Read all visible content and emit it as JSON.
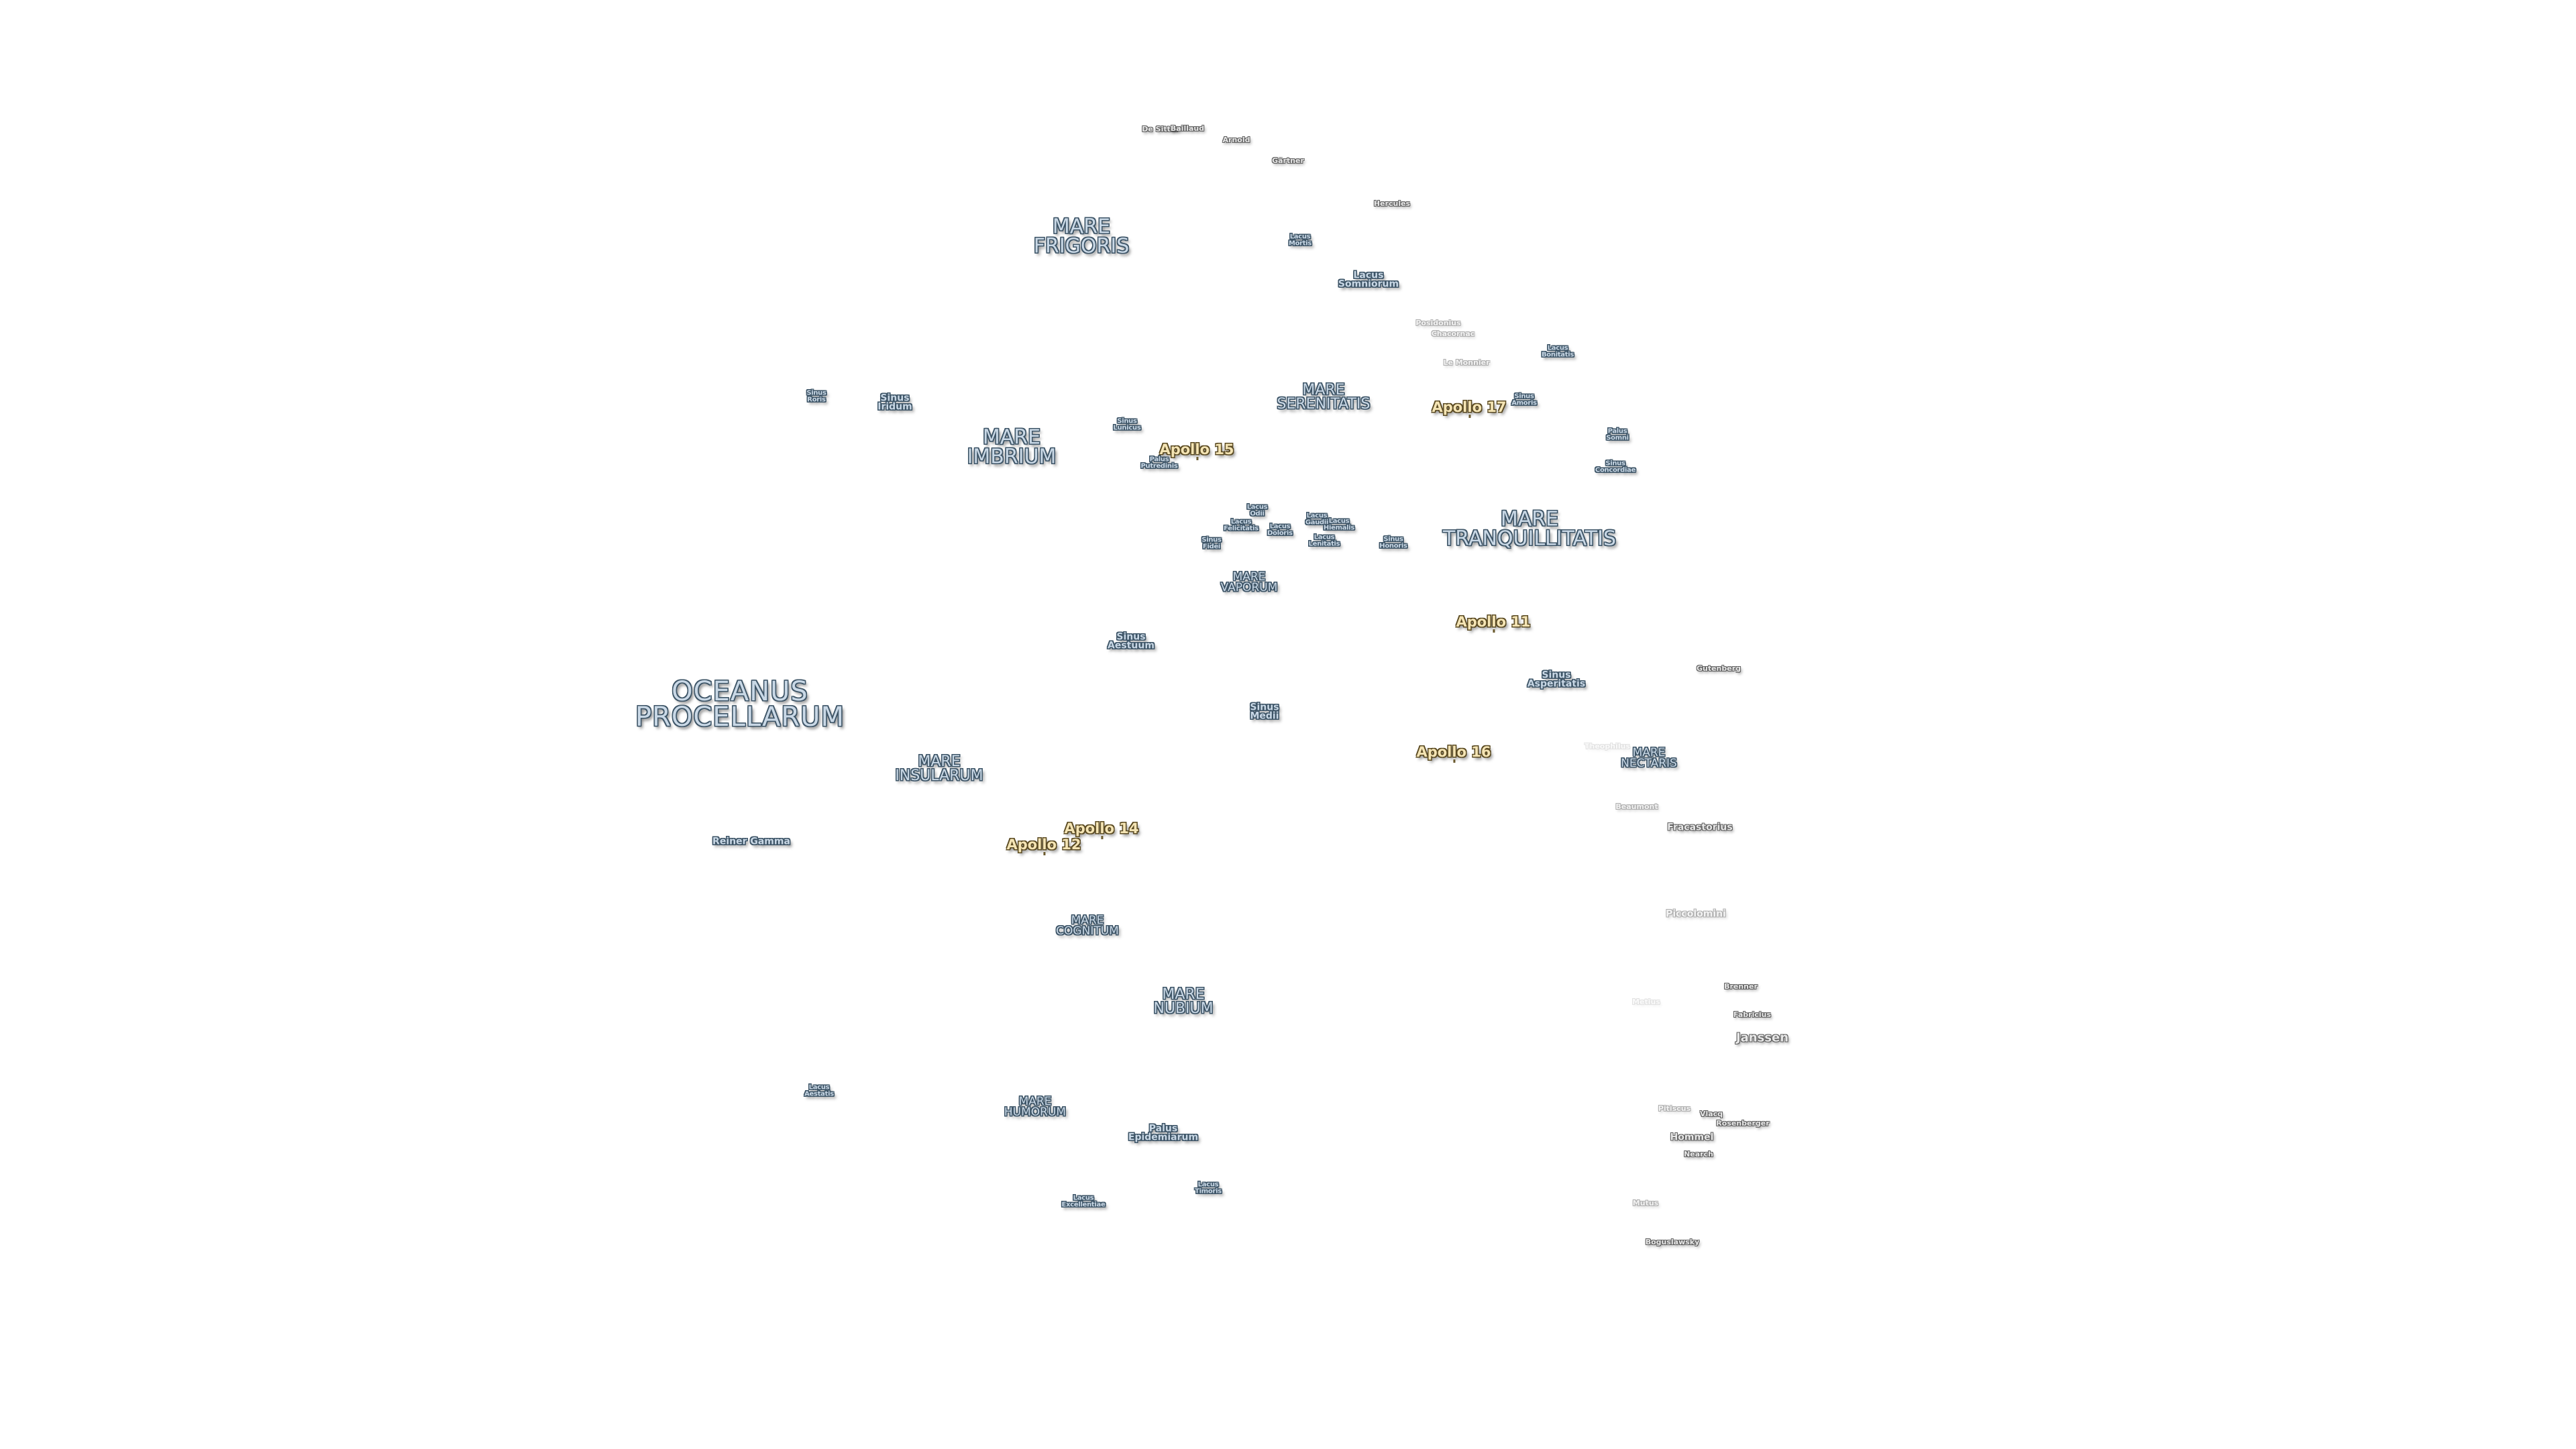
{
  "labels": {
    "oceanus_procellarum": "OCEANUS\nPROCELLARUM",
    "mare_frigoris": "MARE\nFRIGORIS",
    "mare_imbrium": "MARE\nIMBRIUM",
    "mare_serenitatis": "MARE\nSERENITATIS",
    "mare_tranquillitatis": "MARE\nTRANQUILLITATIS",
    "mare_vaporum": "MARE\nVAPORUM",
    "mare_insularum": "MARE\nINSULARUM",
    "mare_nectaris": "MARE\nNECTARIS",
    "mare_cognitum": "MARE\nCOGNITUM",
    "mare_nubium": "MARE\nNUBIUM",
    "mare_humorum": "MARE\nHUMORUM",
    "lacus_somniorum": "Lacus\nSomniorum",
    "lacus_mortis": "Lacus\nMortis",
    "lacus_bonitatis": "Lacus\nBonitatis",
    "lacus_odii": "Lacus\nOdii",
    "lacus_felicitatis": "Lacus\nFelicitatis",
    "lacus_doloris": "Lacus\nDoloris",
    "lacus_gaudii": "Lacus\nGaudii",
    "lacus_hiemalis": "Lacus\nHiemalis",
    "lacus_lenitatis": "Lacus\nLenitatis",
    "lacus_aestatis": "Lacus\nAestatis",
    "lacus_excellentiae": "Lacus\nExcellentiae",
    "lacus_timoris": "Lacus\nTimoris",
    "sinus_roris": "Sinus\nRoris",
    "sinus_iridum": "Sinus\nIridum",
    "sinus_lunicus": "Sinus\nLunicus",
    "sinus_amoris": "Sinus\nAmoris",
    "sinus_concordiae": "Sinus\nConcordiae",
    "sinus_fidei": "Sinus\nFidei",
    "sinus_honoris": "Sinus\nHonoris",
    "sinus_aestuum": "Sinus\nAestuum",
    "sinus_medii": "Sinus\nMedii",
    "sinus_asperitatis": "Sinus\nAsperitatis",
    "palus_putredinis": "Palus\nPutredinis",
    "palus_somni": "Palus\nSomni",
    "palus_epidemiarum": "Palus\nEpidemiarum",
    "reiner_gamma": "Reiner Gamma"
  },
  "craters": {
    "de_sitter": "De Sitter",
    "baillaud": "Baillaud",
    "arnold": "Arnold",
    "gartner": "Gärtner",
    "hercules": "Hercules",
    "posidonius": "Posidonius",
    "chacornac": "Chacornac",
    "le_monnier": "Le Monnier",
    "gutenberg": "Gutenberg",
    "theophilus": "Theophilus",
    "beaumont": "Beaumont",
    "fracastorius": "Fracastorius",
    "piccolomini": "Piccolomini",
    "brenner": "Brenner",
    "metius": "Metius",
    "fabricius": "Fabricius",
    "janssen": "Janssen",
    "pitiscus": "Pitiscus",
    "vlacq": "Vlacq",
    "rosenberger": "Rosenberger",
    "hommel": "Hommel",
    "nearch": "Nearch",
    "mutus": "Mutus",
    "boguslawsky": "Boguslawsky"
  },
  "apollo": {
    "a11": "Apollo 11",
    "a12": "Apollo 12",
    "a14": "Apollo 14",
    "a15": "Apollo 15",
    "a16": "Apollo 16",
    "a17": "Apollo 17"
  }
}
